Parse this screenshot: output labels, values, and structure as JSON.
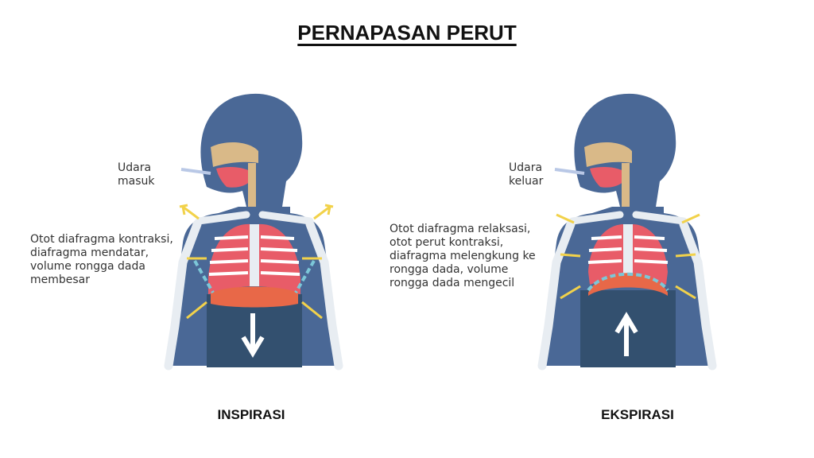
{
  "title": "PERNAPASAN PERUT",
  "panels": [
    {
      "caption": "INSPIRASI",
      "air_label": [
        "Udara",
        "masuk"
      ],
      "description": [
        "Otot diafragma kontraksi,",
        "diafragma mendatar,",
        "volume rongga dada",
        "membesar"
      ],
      "direction": "down"
    },
    {
      "caption": "EKSPIRASI",
      "air_label": [
        "Udara",
        "keluar"
      ],
      "description": [
        "Otot diafragma relaksasi,",
        "otot perut kontraksi,",
        "diafragma melengkung ke",
        "rongga dada, volume",
        "rongga dada mengecil"
      ],
      "direction": "up"
    }
  ],
  "colors": {
    "body": "#4a6896",
    "abdomen": "#33506f",
    "bone": "#e8edf2",
    "lung": "#e85c68",
    "diaphragm": "#e86848",
    "airway": "#d9b988",
    "arrow": "#f2d24a"
  }
}
